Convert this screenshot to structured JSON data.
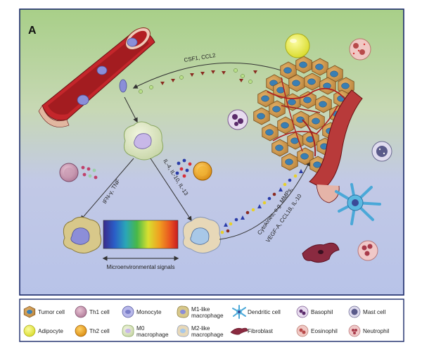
{
  "panel": {
    "label": "A"
  },
  "annotations": {
    "top_arrow": "CSF1, CCL2",
    "left_arrow": "IFN-γ, TNF",
    "right_arrow_1": "IL-4, IL-10, IL-13",
    "cytokines_1": "Cytokines, e.g. MMPs,",
    "cytokines_2": "VEGF-A, CCL18, IL-10",
    "spectrum": "Microenvironmental signals"
  },
  "legend": {
    "items": [
      {
        "label": "Tumor cell",
        "icon": "tumor-cell-icon"
      },
      {
        "label": "Th1 cell",
        "icon": "th1-cell-icon"
      },
      {
        "label": "Monocyte",
        "icon": "monocyte-icon"
      },
      {
        "label_1": "M1-like",
        "label_2": "macrophage",
        "icon": "m1-macrophage-icon"
      },
      {
        "label": "Dendritic cell",
        "icon": "dendritic-cell-icon"
      },
      {
        "label": "Basophil",
        "icon": "basophil-icon"
      },
      {
        "label": "Mast cell",
        "icon": "mast-cell-icon"
      },
      {
        "label": "Adipocyte",
        "icon": "adipocyte-icon"
      },
      {
        "label": "Th2 cell",
        "icon": "th2-cell-icon"
      },
      {
        "label_1": "M0",
        "label_2": "macrophage",
        "icon": "m0-macrophage-icon"
      },
      {
        "label_1": "M2-like",
        "label_2": "macrophage",
        "icon": "m2-macrophage-icon"
      },
      {
        "label": "Fibroblast",
        "icon": "fibroblast-icon"
      },
      {
        "label": "Eosinophil",
        "icon": "eosinophil-icon"
      },
      {
        "label": "Neutrophil",
        "icon": "neutrophil-icon"
      }
    ]
  },
  "colors": {
    "bg_top": "#a9cd8a",
    "bg_bottom": "#c3cbe8",
    "vessel": "#b8282a",
    "tumor": "#d29a4a",
    "tumor_nucleus": "#3a7fb4",
    "th2": "#e8a224",
    "adipocyte": "#e6e84a"
  }
}
